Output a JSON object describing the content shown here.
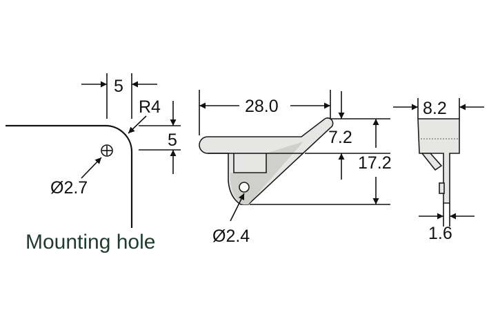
{
  "mounting_hole": {
    "caption": "Mounting hole",
    "dim_width": "5",
    "dim_radius": "R4",
    "dim_offset": "5",
    "dim_hole_diameter": "Ø2.7"
  },
  "side_view": {
    "dim_length": "28.0",
    "dim_top": "7.2",
    "dim_height": "17.2",
    "dim_pin_diameter": "Ø2.4"
  },
  "end_view": {
    "dim_width": "8.2",
    "dim_thickness": "1.6"
  },
  "colors": {
    "line": "#111111",
    "part_fill": "#e6e6e4",
    "part_shade": "#cfcfcc",
    "caption": "#1f3b2e"
  }
}
